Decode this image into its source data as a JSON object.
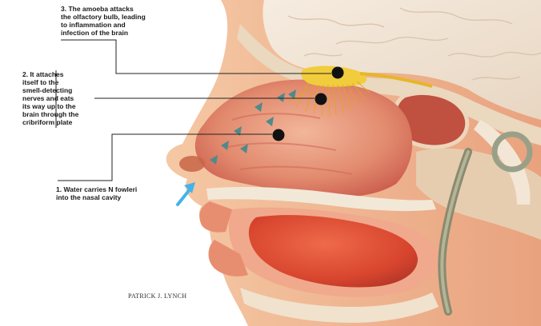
{
  "callouts": {
    "step3": "3. The amoeba attacks\nthe olfactory bulb, leading\nto inflammation and\ninfection of the brain",
    "step2": "2. It attaches\nitself to the\nsmell-detecting\nnerves and eats\nits way up to the\nbrain through the\ncribriform plate",
    "step1": "1. Water carries N fowleri\ninto the nasal cavity"
  },
  "credit": "PATRICK J. LYNCH",
  "colors": {
    "tissue_light": "#f0b08a",
    "tissue_mid": "#e8845c",
    "tissue_dark": "#c9463a",
    "skin": "#f3c29a",
    "bone": "#ecdcc4",
    "brain": "#f1e4d4",
    "nerve": "#e0b020",
    "arrow_teal": "#4f8a8a",
    "arrow_blue": "#44b4e8",
    "marker": "#111111"
  }
}
